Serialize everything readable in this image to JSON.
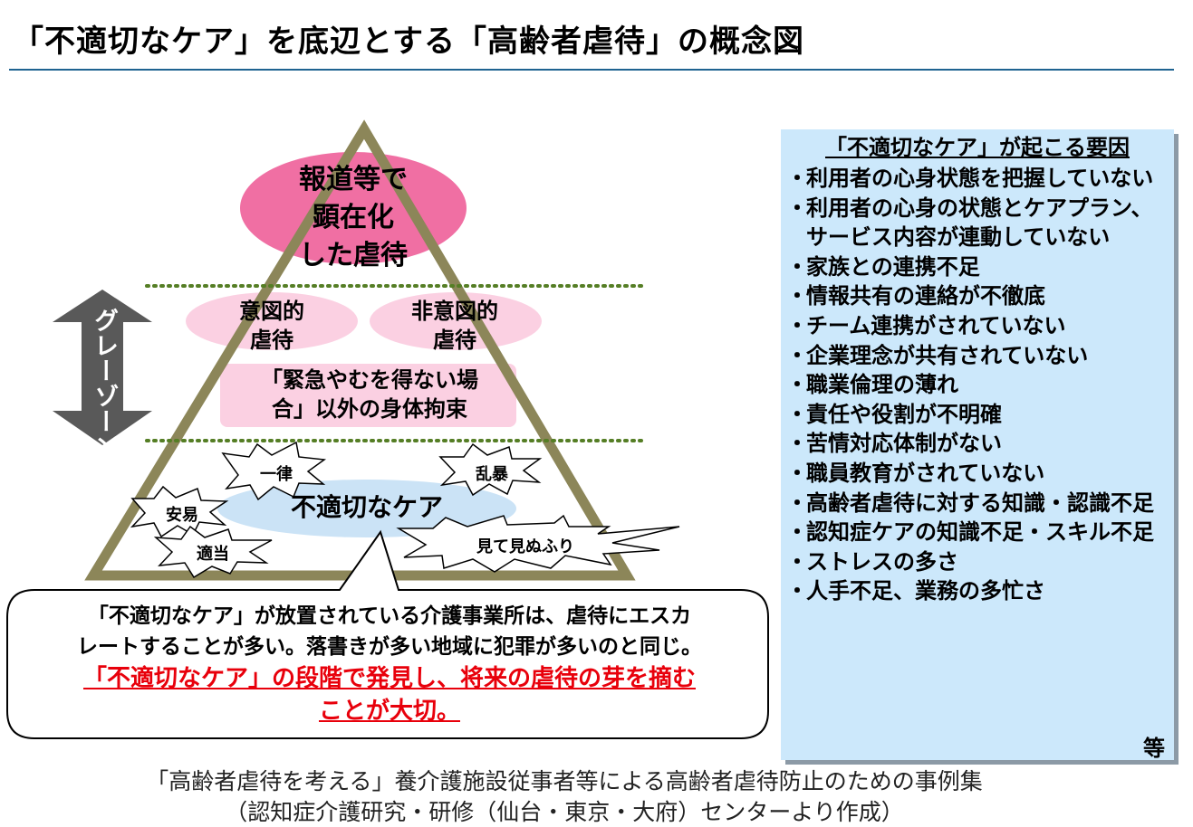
{
  "title": "「不適切なケア」を底辺とする「高齢者虐待」の概念図",
  "pyramid": {
    "top_label": [
      "報道等で",
      "顕在化",
      "した虐待"
    ],
    "intentional": [
      "意図的",
      "虐待"
    ],
    "unintentional": [
      "非意図的",
      "虐待"
    ],
    "restraint": [
      "「緊急やむを得ない場",
      "合」以外の身体拘束"
    ],
    "base_label": "不適切なケア",
    "bursts": {
      "uniform": "一律",
      "rough": "乱暴",
      "easy": "安易",
      "careless": "適当",
      "ignore": "見て見ぬふり"
    },
    "gray_zone": "グレーゾーン"
  },
  "bubble": {
    "line1": "「不適切なケア」が放置されている介護事業所は、虐待にエスカ",
    "line2": "レートすることが多い。落書きが多い地域に犯罪が多いのと同じ。",
    "red1": "「不適切なケア」の段階で発見し、将来の虐待の芽を摘む",
    "red2": "ことが大切。"
  },
  "factors": {
    "heading": "「不適切なケア」が起こる要因",
    "items": [
      "利用者の心身状態を把握していない",
      "利用者の心身の状態とケアプラン、サービス内容が連動していない",
      "家族との連携不足",
      "情報共有の連絡が不徹底",
      "チーム連携がされていない",
      "企業理念が共有されていない",
      "職業倫理の薄れ",
      "責任や役割が不明確",
      "苦情対応体制がない",
      "職員教育がされていない",
      "高齢者虐待に対する知識・認識不足",
      "認知症ケアの知識不足・スキル不足",
      "ストレスの多さ",
      "人手不足、業務の多忙さ"
    ],
    "etc": "等"
  },
  "caption": {
    "line1": "「高齢者虐待を考える」養介護施設従事者等による高齢者虐待防止のための事例集",
    "line2": "（認知症介護研究・研修（仙台・東京・大府）センターより作成）"
  },
  "colors": {
    "triangle": "#8c8659",
    "top_ellipse": "#f06fa3",
    "middle_pink": "#fbd0e2",
    "base_ellipse": "#cbe3f6",
    "dotted_line": "#557e25",
    "arrow": "#595959",
    "accent_rule": "#1f6391",
    "factor_bg": "#cce8fb",
    "red_text": "#e8000b"
  }
}
